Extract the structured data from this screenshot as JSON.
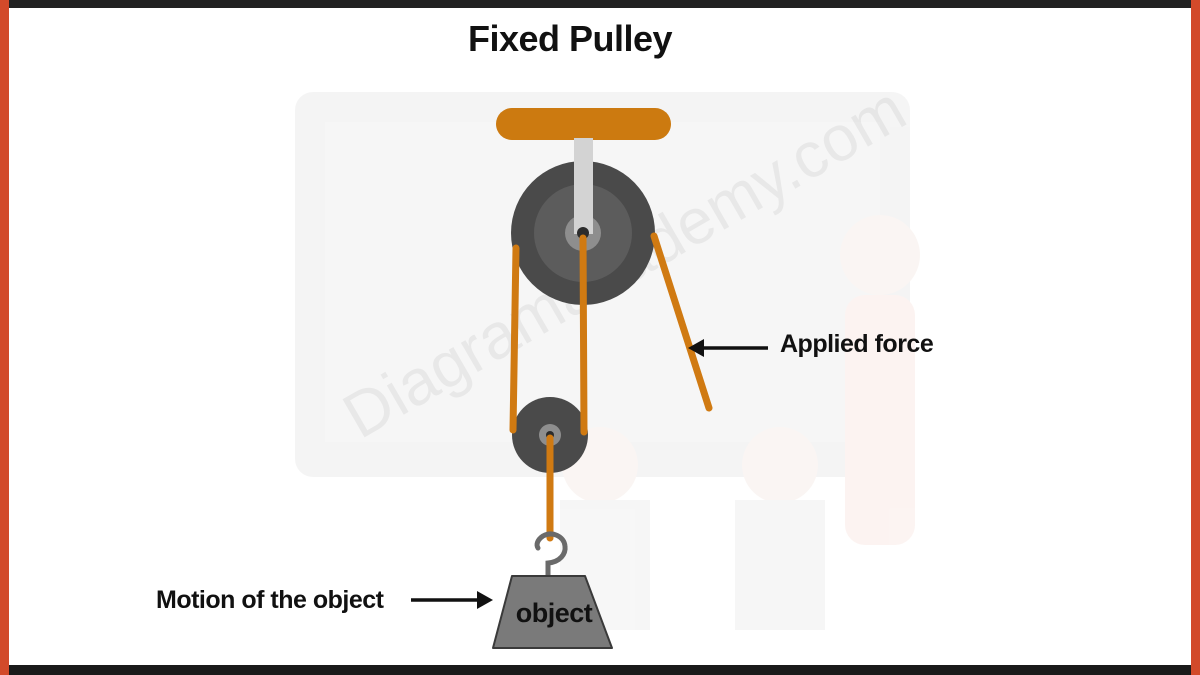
{
  "title": "Fixed Pulley",
  "labels": {
    "applied_force": "Applied force",
    "motion": "Motion of the object",
    "object": "object"
  },
  "watermark": "Diagramacademy.com",
  "colors": {
    "rope": "#d07a12",
    "mount": "#cc7a10",
    "wheel_outer": "#4a4a4a",
    "wheel_inner": "#5c5c5c",
    "hub": "#8e8e8e",
    "axle": "#2c2c2c",
    "bracket": "#d3d3d3",
    "weight": "#7a7a7a",
    "arrow": "#111111",
    "frame_side": "#d24a2a",
    "frame_band": "#222222"
  },
  "icons": [
    "arrow-left-icon",
    "arrow-right-icon",
    "hook-icon"
  ]
}
